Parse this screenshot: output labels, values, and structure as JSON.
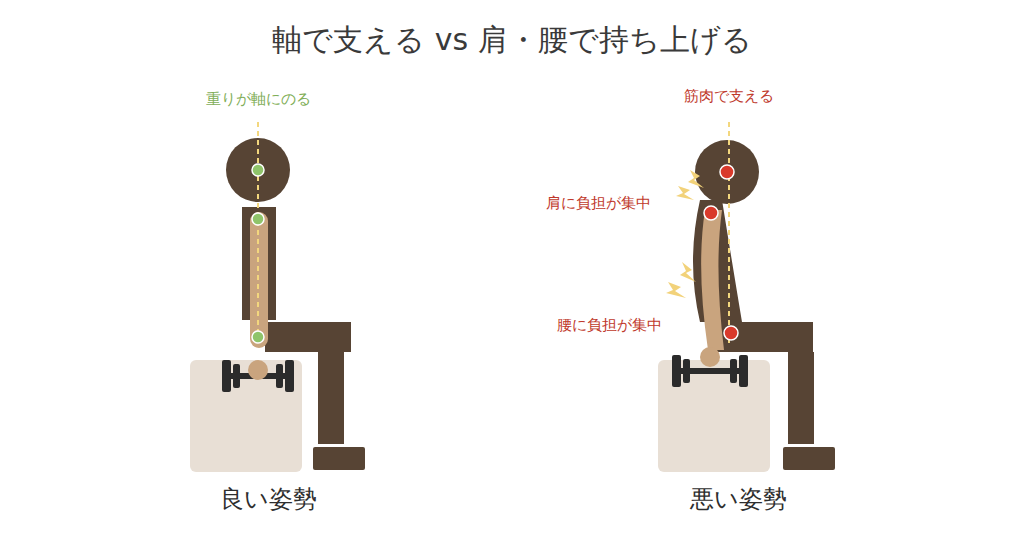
{
  "diagram": {
    "title": "軸で支える vs 肩・腰で持ち上げる",
    "labels": [
      "重りが軸にのる",
      "筋肉で支える",
      "肩に負担が集中",
      "腰に負担が集中",
      "良い姿勢",
      "悪い姿勢"
    ]
  }
}
